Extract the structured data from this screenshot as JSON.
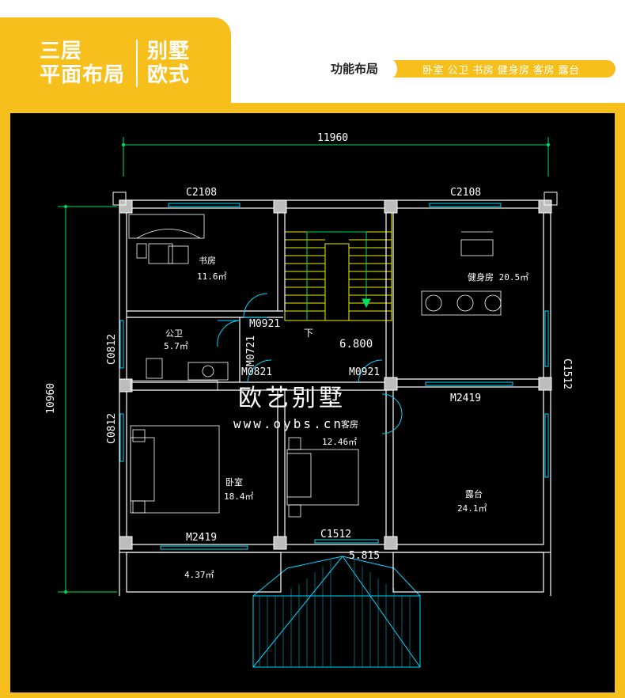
{
  "header": {
    "title_left_line1": "三层",
    "title_left_line2": "平面布局",
    "title_right_line1": "别墅",
    "title_right_line2": "欧式",
    "function_label": "功能布局",
    "function_items": "卧室 公卫 书房 健身房 客房 露台"
  },
  "plan": {
    "dim_total_width": "11960",
    "dim_total_height": "10960",
    "window_top_left": "C2108",
    "window_top_right": "C2108",
    "window_left_upper": "C0812",
    "window_left_lower": "C0812",
    "window_right": "C1512",
    "window_guest": "C1512",
    "door_study": "M0921",
    "door_wc_side": "M0721",
    "door_wc": "M0821",
    "door_gym": "M0921",
    "door_gym_terrace": "M2419",
    "door_bedroom_balcony": "M2419",
    "stair_down": "下",
    "level_stair": "6.800",
    "level_porch": "5.815",
    "room_study_name": "书房",
    "room_study_area": "11.6㎡",
    "room_wc_name": "公卫",
    "room_wc_area": "5.7㎡",
    "room_gym": "健身房 20.5㎡",
    "room_guest_name": "客房",
    "room_guest_area": "12.46㎡",
    "room_bedroom_name": "卧室",
    "room_bedroom_area": "18.4㎡",
    "room_terrace_name": "露台",
    "room_terrace_area": "24.1㎡",
    "room_balcony_area": "4.37㎡",
    "watermark_brand": "欧艺别墅",
    "watermark_url": "www.oybs.cn"
  },
  "colors": {
    "brand_yellow": "#f7bf1b",
    "cad_wall": "#ffffff",
    "cad_dim": "#00e060",
    "cad_window": "#00d8ff",
    "cad_stair": "#f0f000"
  }
}
